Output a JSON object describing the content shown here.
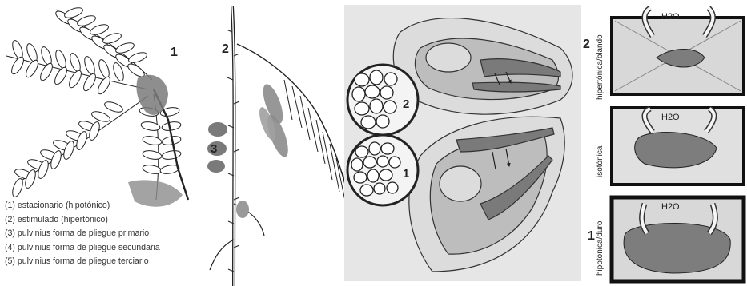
{
  "panel_labels": {
    "leaf_stationary": "1",
    "stem_stimulated": "2",
    "pulvinus_fold": "3",
    "cells_stimulated": "2",
    "cells_stationary": "1",
    "pulvinus_upper": "2",
    "cell_hypertonic": "2",
    "cell_hypotonic": "1"
  },
  "legend": [
    "(1) estacionario (hipotónico)",
    "(2) estimulado (hipertónico)",
    "(3) pulvinius forma de pliegue primario",
    "(4) pulvinius forma de pliegue secundaria",
    "(5) pulvinius forma de pliegue terciario"
  ],
  "cells": [
    {
      "state": "hipertónica/blando",
      "water": "H2O"
    },
    {
      "state": "isotónica",
      "water": "H2O"
    },
    {
      "state": "hipotónica/duro",
      "water": "H2O"
    }
  ],
  "colors": {
    "line": "#222222",
    "fill_gray": "#8c8c8c",
    "panel_bg": "#e6e6e6"
  }
}
